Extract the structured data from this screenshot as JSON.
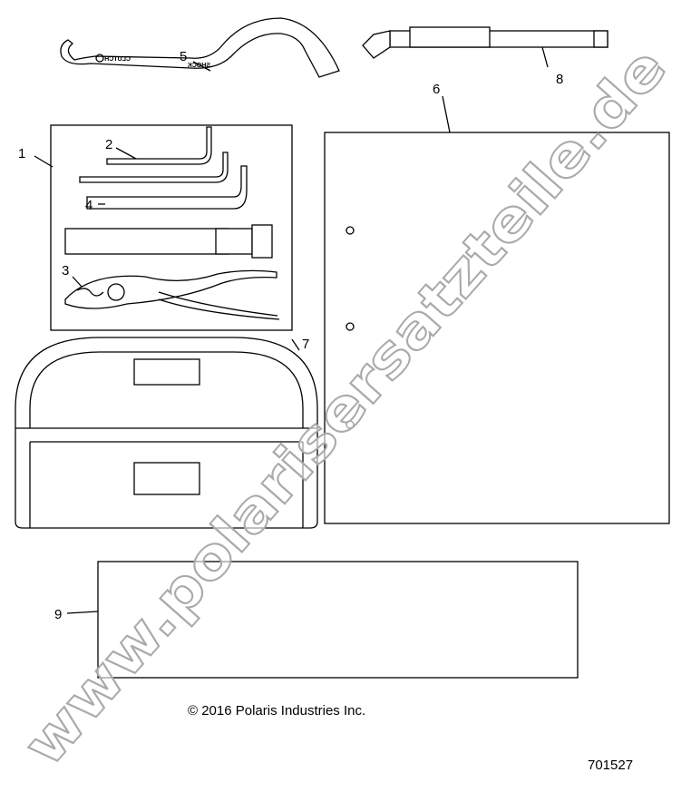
{
  "callouts": [
    "1",
    "2",
    "3",
    "4",
    "5",
    "6",
    "7",
    "8",
    "9"
  ],
  "spanner_text": {
    "clutch": "CLUTCH",
    "shock": "SHOCK"
  },
  "footer": {
    "copyright": "© 2016 Polaris Industries Inc.",
    "diagram_number": "701527"
  },
  "watermark": "www.polarisersatzteile.de"
}
